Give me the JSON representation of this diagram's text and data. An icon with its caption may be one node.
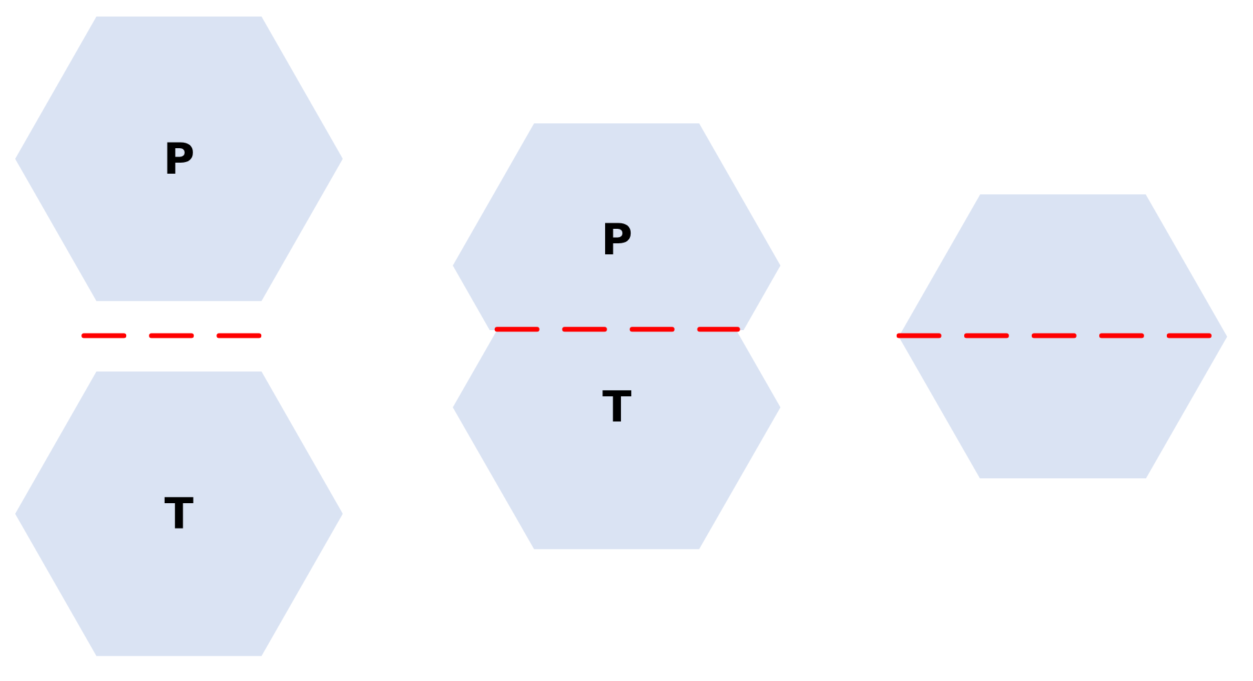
{
  "diagram": {
    "nodes": [
      {
        "text": [
          "P"
        ]
      },
      {
        "text": [
          "T"
        ]
      },
      {
        "text": [
          "P"
        ]
      },
      {
        "text": [
          "T"
        ]
      },
      {
        "text": [],
        "shape": "hexagon"
      }
    ]
  }
}
